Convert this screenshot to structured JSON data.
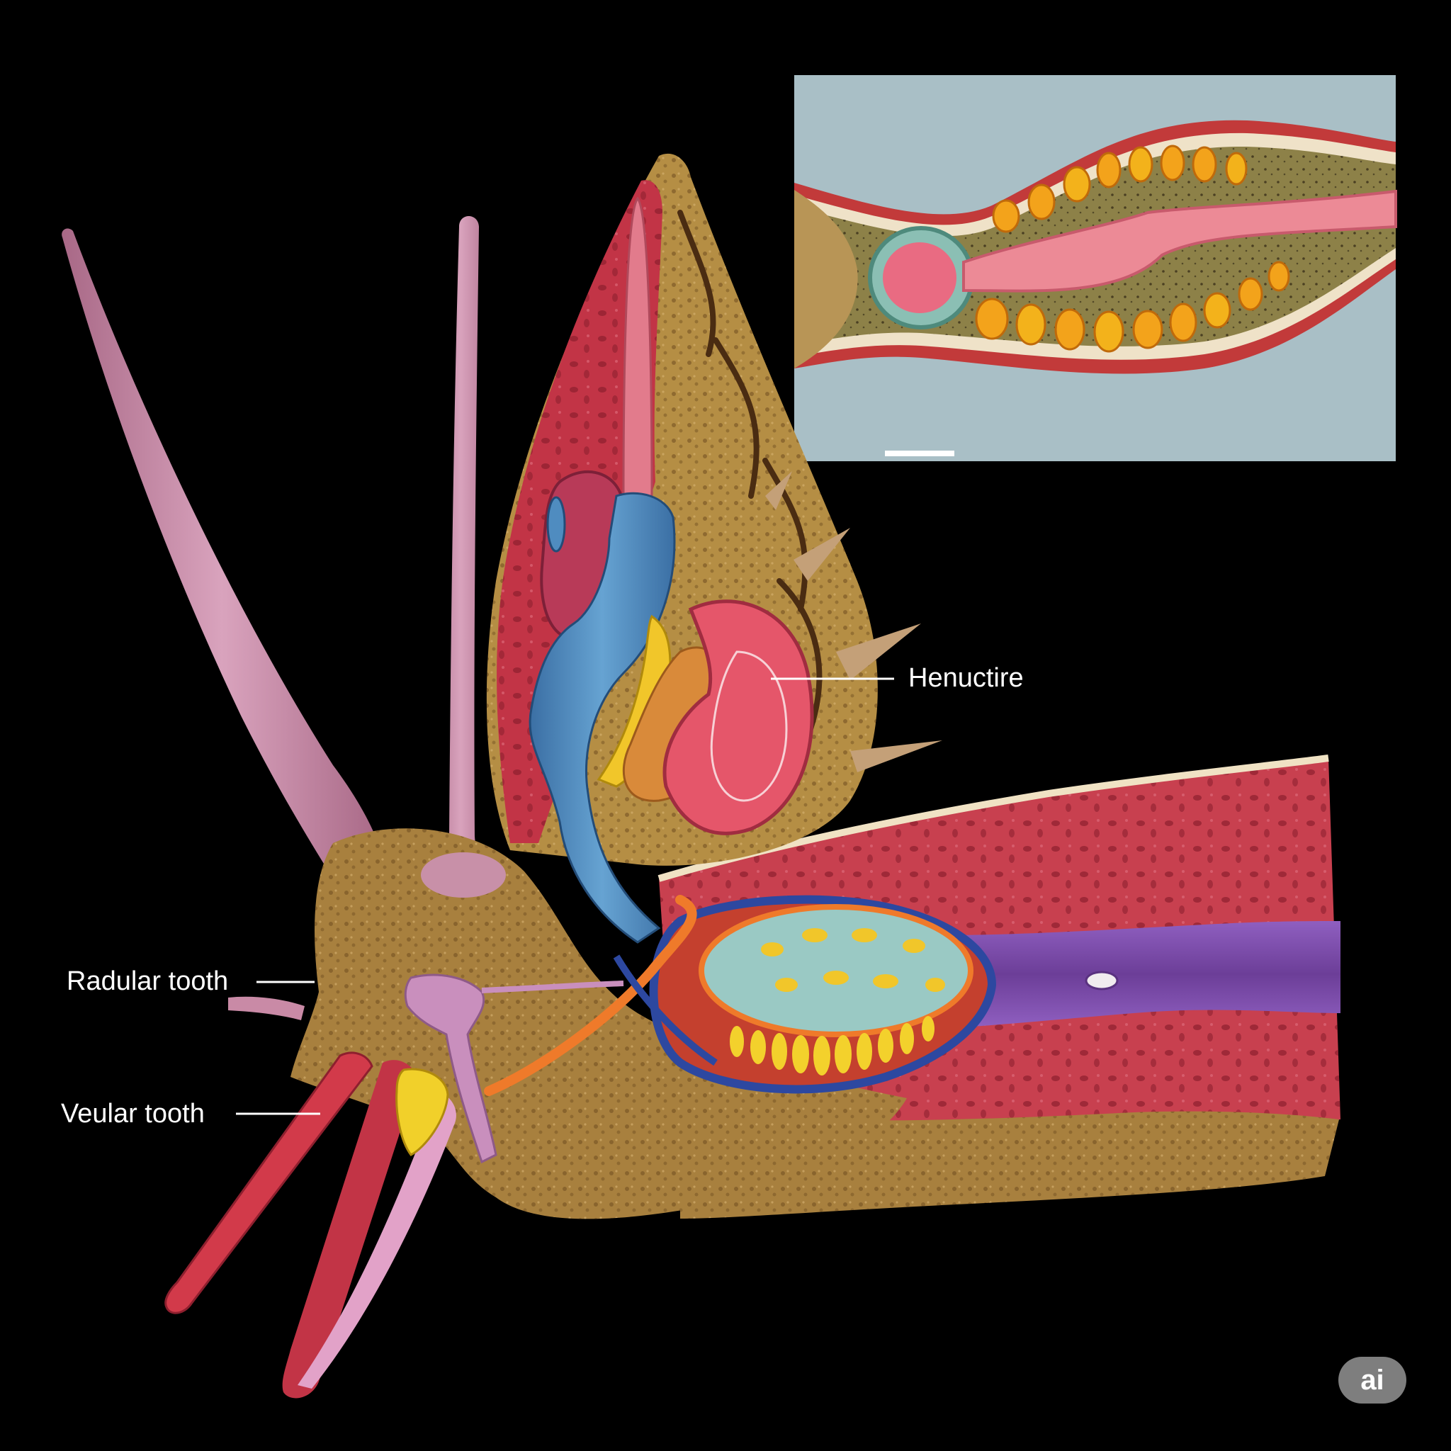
{
  "labels": {
    "henuctire": "Henuctire",
    "radular_tooth": "Radular tooth",
    "veular_tooth": "Veular tooth"
  },
  "badge": {
    "text": "ai"
  },
  "colors": {
    "background": "#000000",
    "inset_background": "#a9bfc6",
    "tissue_brown": "#a8803e",
    "tissue_red": "#c0394a",
    "duct_blue": "#4f8cc0",
    "yolk_yellow": "#f1c62a",
    "vessel_purple": "#7a4aa6",
    "tentacle_pink": "#c98aa6"
  }
}
